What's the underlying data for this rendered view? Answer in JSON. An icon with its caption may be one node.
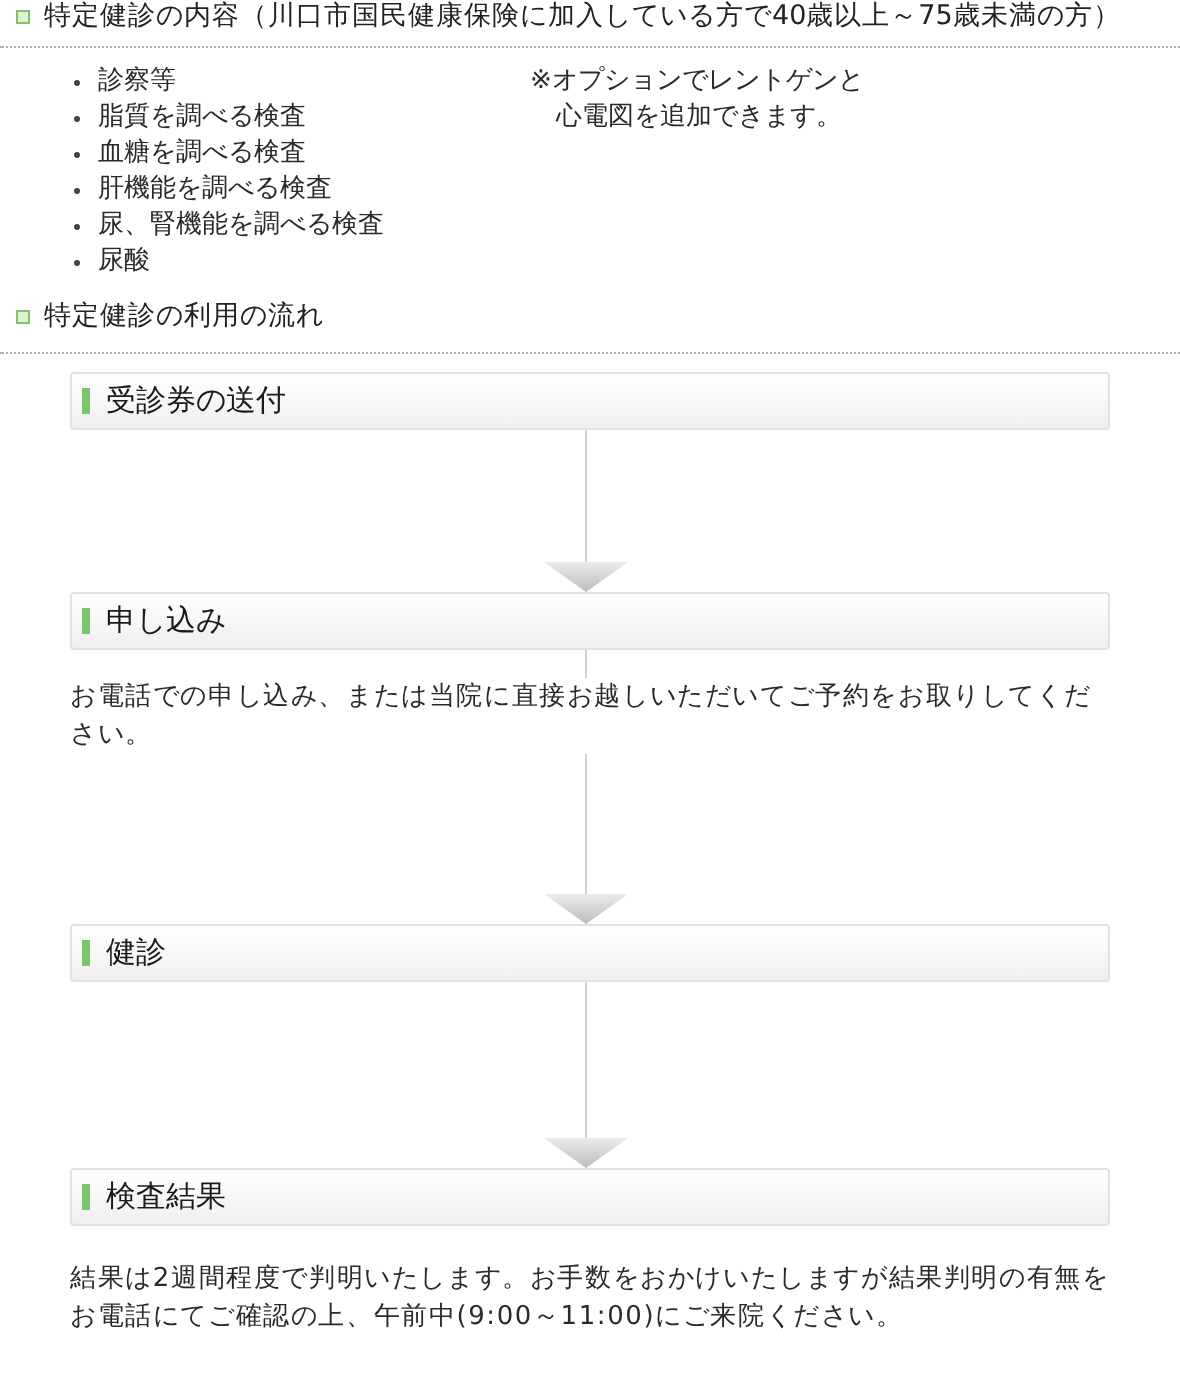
{
  "diagram": {
    "nodes": [
      {
        "text": [
          "受診券の送付"
        ]
      },
      {
        "text": [
          "申し込み"
        ],
        "beside": [
          "お電話での申し込み、または当院に直接お越しいただいてご予約をお取りしてください。"
        ]
      },
      {
        "text": [
          "健診"
        ]
      },
      {
        "text": [
          "検査結果"
        ],
        "beside": [
          "結果は2週間程度で判明いたします。お手数をおかけいたしますが結果判明の有無をお電話にてご確認の上、午前中(9:00～11:00)にご来院ください。"
        ]
      }
    ],
    "edges": [
      {
        "from": 0,
        "to": 1,
        "arrow": "to"
      },
      {
        "from": 1,
        "to": 2,
        "arrow": "to"
      },
      {
        "from": 2,
        "to": 3,
        "arrow": "to"
      }
    ],
    "labels": [
      "特定健診の内容（川口市国民健康保険に加入している方で40歳以上～75歳未満の方）",
      "診察等",
      "脂質を調べる検査",
      "血糖を調べる検査",
      "肝機能を調べる検査",
      "尿、腎機能を調べる検査",
      "尿酸",
      "※オプションでレントゲンと心電図を追加できます。",
      "特定健診の利用の流れ"
    ]
  }
}
